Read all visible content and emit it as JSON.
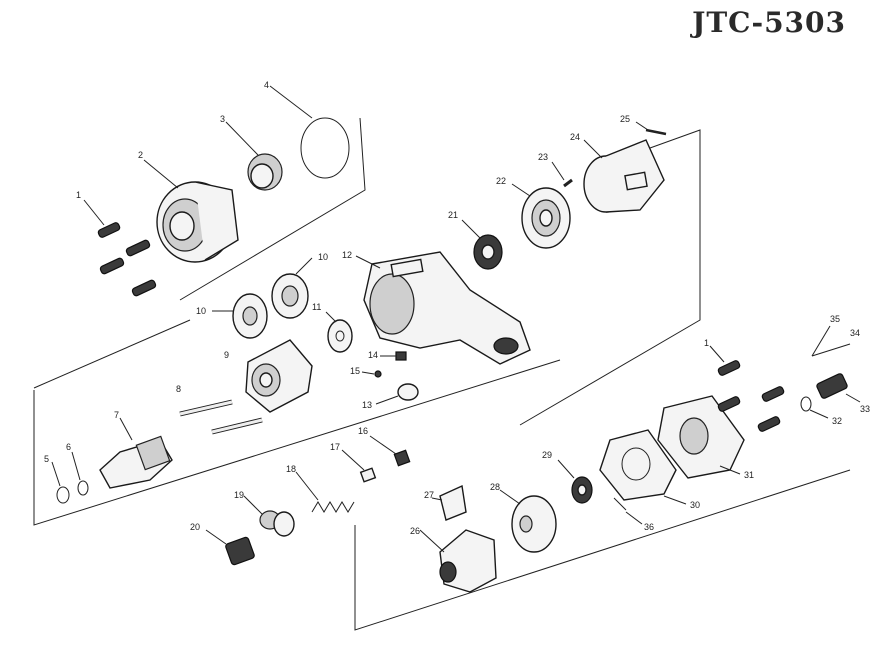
{
  "model": "JTC-5303",
  "callouts": [
    "1",
    "2",
    "3",
    "4",
    "5",
    "6",
    "7",
    "8",
    "9",
    "10",
    "11",
    "12",
    "13",
    "14",
    "15",
    "16",
    "17",
    "18",
    "19",
    "20",
    "21",
    "22",
    "23",
    "24",
    "25",
    "26",
    "27",
    "28",
    "29",
    "30",
    "31",
    "32",
    "33",
    "34",
    "35",
    "36"
  ],
  "colors": {
    "ink": "#1a1a1a",
    "fill": "#f4f4f4",
    "dark": "#3a3a3a",
    "title": "#2a2a2a"
  }
}
